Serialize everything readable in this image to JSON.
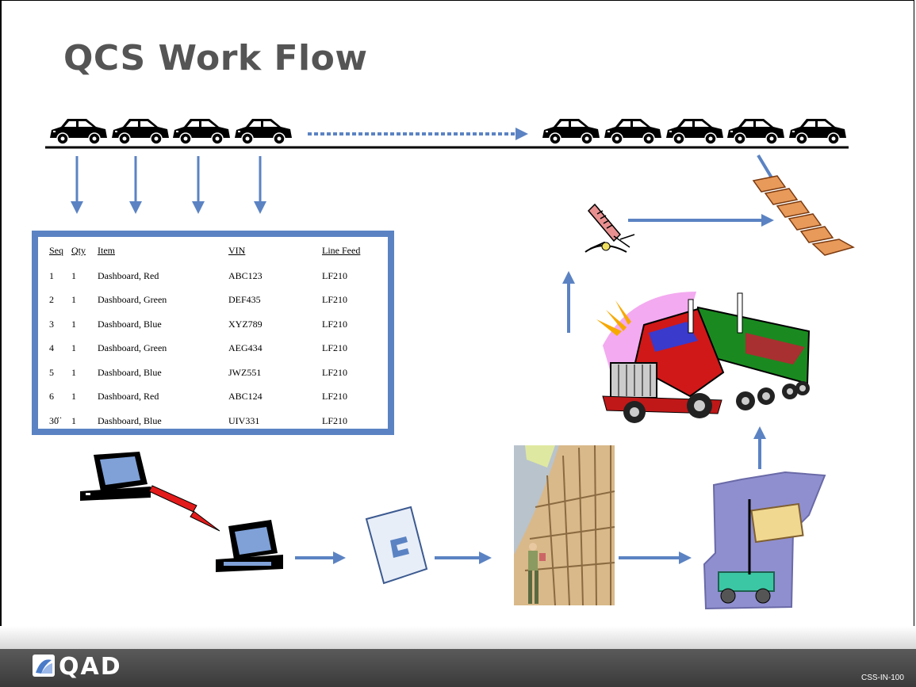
{
  "slide": {
    "title": "QCS Work Flow",
    "logo_text": "QAD",
    "slide_code": "CSS-IN-100"
  },
  "table": {
    "headers": [
      "Seq",
      "Qty",
      "Item",
      "VIN",
      "Line Feed"
    ],
    "rows": [
      [
        "1",
        "1",
        "Dashboard, Red",
        "ABC123",
        "LF210"
      ],
      [
        "2",
        "1",
        "Dashboard, Green",
        "DEF435",
        "LF210"
      ],
      [
        "3",
        "1",
        "Dashboard, Blue",
        "XYZ789",
        "LF210"
      ],
      [
        "4",
        "1",
        "Dashboard, Green",
        "AEG434",
        "LF210"
      ],
      [
        "5",
        "1",
        "Dashboard, Blue",
        "JWZ551",
        "LF210"
      ],
      [
        "6",
        "1",
        "Dashboard, Red",
        "ABC124",
        "LF210"
      ],
      [
        "30",
        "1",
        "Dashboard, Blue",
        "UIV331",
        "LF210"
      ]
    ],
    "ellipsis": "..."
  },
  "colors": {
    "arrow": "#5b83c3",
    "table_border": "#5b83c3",
    "footer": "#4a4a4a",
    "title": "#555555"
  },
  "icons": {
    "cars": "car-icon",
    "computer": "computer-icon",
    "signal": "lightning-icon",
    "document": "document-icon",
    "warehouse": "warehouse-worker-icon",
    "forklift": "forklift-icon",
    "truck": "truck-icon",
    "scanner": "scanner-icon",
    "stairs": "stairs-icon"
  }
}
